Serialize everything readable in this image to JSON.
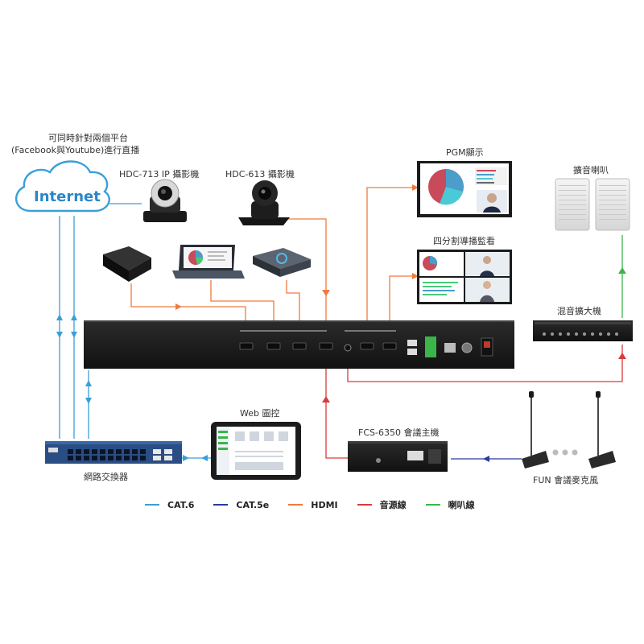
{
  "labels": {
    "platform_line1": "可同時針對兩個平台",
    "platform_line2": "(Facebook與Youtube)進行直播",
    "internet": "Internet",
    "cam713": "HDC-713 IP 攝影機",
    "cam613": "HDC-613 攝影機",
    "pgm": "PGM顯示",
    "quad": "四分割導播監看",
    "speakers": "擴音喇叭",
    "mixer": "混音擴大機",
    "web": "Web 圖控",
    "host": "FCS-6350 會議主機",
    "switch": "網路交換器",
    "mics": "FUN 會議麥克風"
  },
  "legend": [
    {
      "name": "CAT.6",
      "color": "#3a9fd8"
    },
    {
      "name": "CAT.5e",
      "color": "#2a3a9c"
    },
    {
      "name": "HDMI",
      "color": "#f07a3c"
    },
    {
      "name": "音源線",
      "color": "#d93a3a"
    },
    {
      "name": "喇叭線",
      "color": "#3bb54a"
    }
  ],
  "colors": {
    "cat6": "#3a9fd8",
    "cat5e": "#2a3a9c",
    "hdmi": "#f07a3c",
    "audio": "#d93a3a",
    "speaker": "#3bb54a"
  }
}
